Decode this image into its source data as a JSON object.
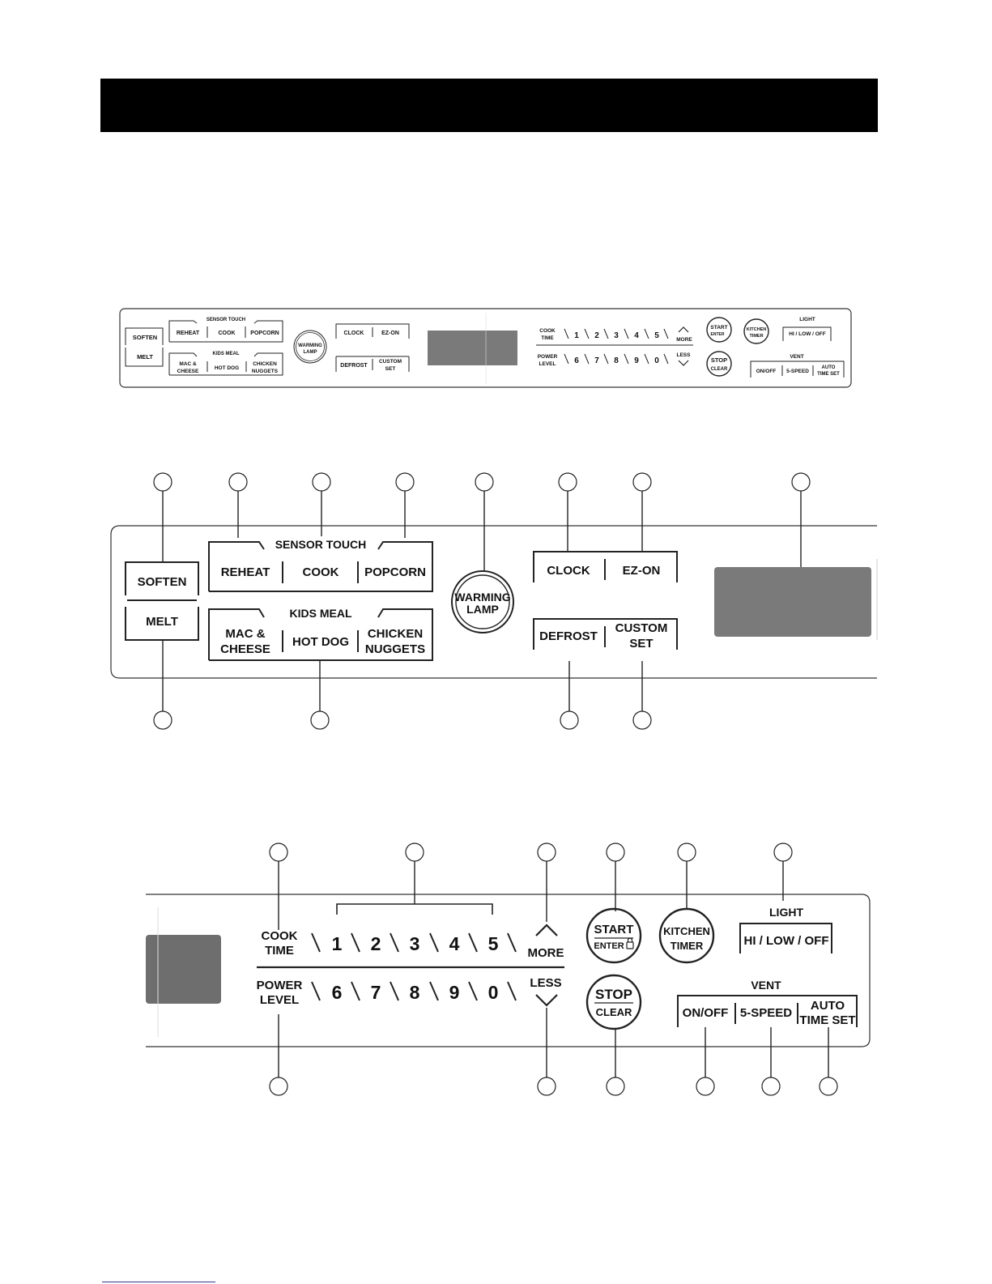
{
  "colors": {
    "display": "#7a7a7a",
    "header": "#000000",
    "line": "#1a1a1a",
    "footer_rule": "#2b2bd6"
  },
  "labels": {
    "soften": "SOFTEN",
    "melt": "MELT",
    "sensor_touch": "SENSOR TOUCH",
    "reheat": "REHEAT",
    "cook": "COOK",
    "popcorn": "POPCORN",
    "kids_meal": "KIDS MEAL",
    "mac": "MAC &",
    "cheese": "CHEESE",
    "hot_dog": "HOT DOG",
    "chicken": "CHICKEN",
    "nuggets": "NUGGETS",
    "warming": "WARMING",
    "lamp": "LAMP",
    "clock": "CLOCK",
    "ez_on": "EZ-ON",
    "defrost": "DEFROST",
    "custom": "CUSTOM",
    "set": "SET",
    "cook_line1": "COOK",
    "time": "TIME",
    "power": "POWER",
    "level": "LEVEL",
    "d1": "1",
    "d2": "2",
    "d3": "3",
    "d4": "4",
    "d5": "5",
    "d6": "6",
    "d7": "7",
    "d8": "8",
    "d9": "9",
    "d0": "0",
    "more": "MORE",
    "less": "LESS",
    "start": "START",
    "enter": "ENTER",
    "stop": "STOP",
    "clear": "CLEAR",
    "kitchen": "KITCHEN",
    "timer": "TIMER",
    "light": "LIGHT",
    "hi_low_off": "HI / LOW / OFF",
    "vent": "VENT",
    "on_off": "ON/OFF",
    "five_speed": "5-SPEED",
    "auto": "AUTO",
    "time_set": "TIME SET"
  }
}
